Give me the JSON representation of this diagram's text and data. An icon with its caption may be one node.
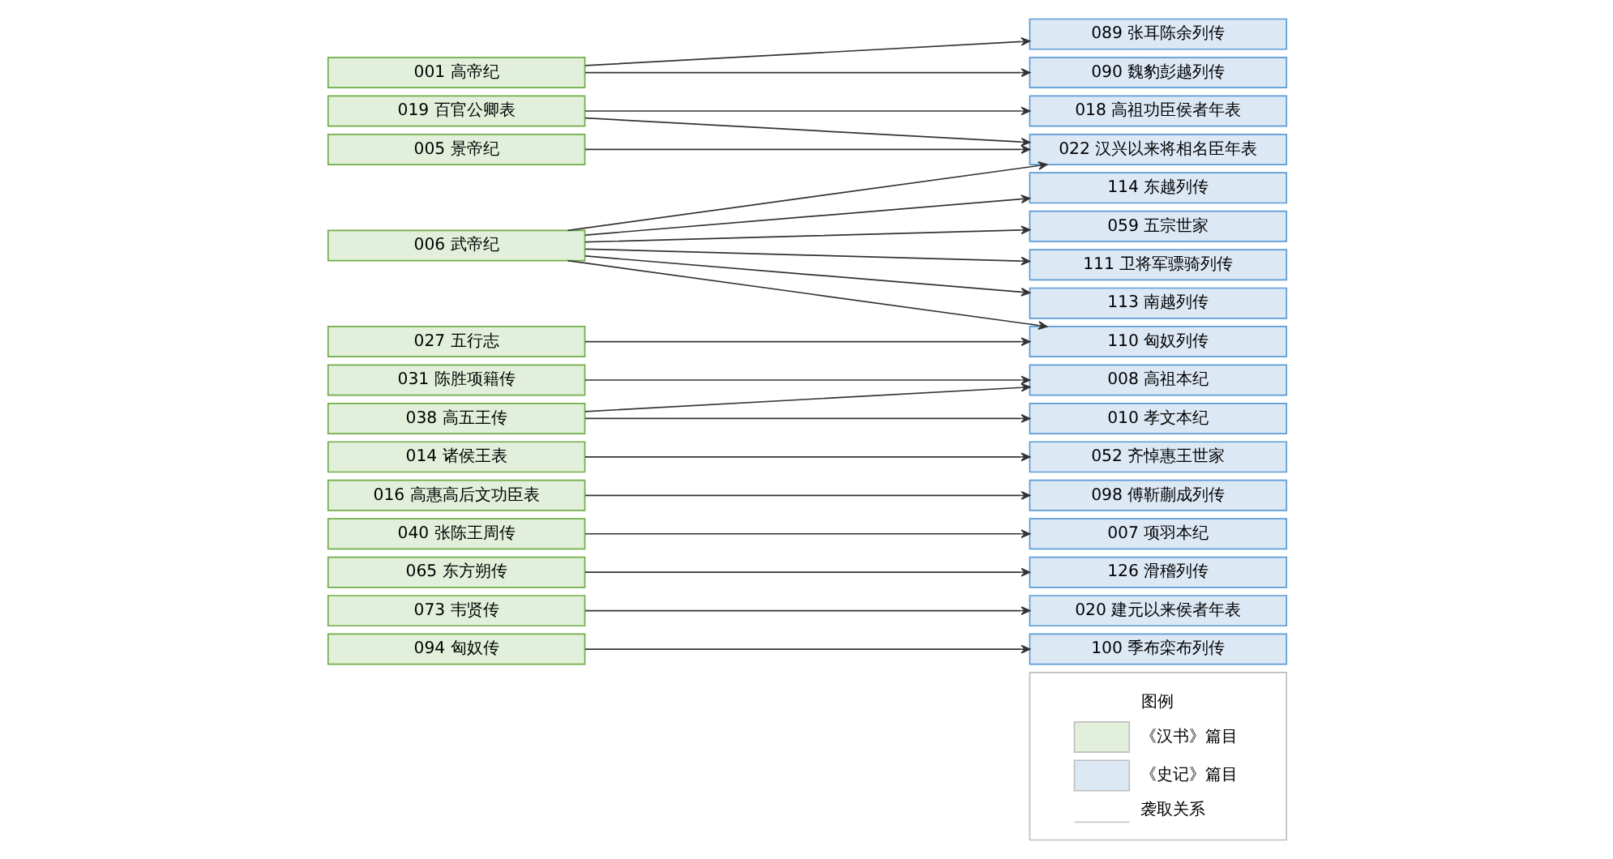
{
  "diagram": {
    "nodes": [
      {
        "text": [
          "001 高帝纪"
        ]
      },
      {
        "text": [
          "019 百官公卿表"
        ]
      },
      {
        "text": [
          "005 景帝纪"
        ]
      },
      {
        "text": [
          "006 武帝纪"
        ]
      },
      {
        "text": [
          "027 五行志"
        ]
      },
      {
        "text": [
          "031 陈胜项籍传"
        ]
      },
      {
        "text": [
          "038 高五王传"
        ]
      },
      {
        "text": [
          "014 诸侯王表"
        ]
      },
      {
        "text": [
          "016 高惠高后文功臣表"
        ]
      },
      {
        "text": [
          "040 张陈王周传"
        ]
      },
      {
        "text": [
          "065 东方朔传"
        ]
      },
      {
        "text": [
          "073 韦贤传"
        ]
      },
      {
        "text": [
          "094 匈奴传"
        ]
      },
      {
        "text": [
          "089 张耳陈余列传"
        ]
      },
      {
        "text": [
          "090 魏豹彭越列传"
        ]
      },
      {
        "text": [
          "018 高祖功臣侯者年表"
        ]
      },
      {
        "text": [
          "022 汉兴以来将相名臣年表"
        ]
      },
      {
        "text": [
          "114 东越列传"
        ]
      },
      {
        "text": [
          "059 五宗世家"
        ]
      },
      {
        "text": [
          "111 卫将军骠骑列传"
        ]
      },
      {
        "text": [
          "113 南越列传"
        ]
      },
      {
        "text": [
          "110 匈奴列传"
        ]
      },
      {
        "text": [
          "008 高祖本纪"
        ]
      },
      {
        "text": [
          "010 孝文本纪"
        ]
      },
      {
        "text": [
          "052 齐悼惠王世家"
        ]
      },
      {
        "text": [
          "098 傅靳蒯成列传"
        ]
      },
      {
        "text": [
          "007 项羽本纪"
        ]
      },
      {
        "text": [
          "126 滑稽列传"
        ]
      },
      {
        "text": [
          "020 建元以来侯者年表"
        ]
      },
      {
        "text": [
          "100 季布栾布列传"
        ]
      }
    ],
    "edges": [
      {
        "from": 0,
        "to": 13,
        "arrow": "to"
      },
      {
        "from": 0,
        "to": 14,
        "arrow": "to"
      },
      {
        "from": 1,
        "to": 15,
        "arrow": "to"
      },
      {
        "from": 1,
        "to": 16,
        "arrow": "to"
      },
      {
        "from": 2,
        "to": 16,
        "arrow": "to"
      },
      {
        "from": 3,
        "to": 16,
        "arrow": "to"
      },
      {
        "from": 3,
        "to": 17,
        "arrow": "to"
      },
      {
        "from": 3,
        "to": 18,
        "arrow": "to"
      },
      {
        "from": 3,
        "to": 19,
        "arrow": "to"
      },
      {
        "from": 3,
        "to": 20,
        "arrow": "to"
      },
      {
        "from": 3,
        "to": 21,
        "arrow": "to"
      },
      {
        "from": 4,
        "to": 21,
        "arrow": "to"
      },
      {
        "from": 5,
        "to": 22,
        "arrow": "to"
      },
      {
        "from": 6,
        "to": 22,
        "arrow": "to"
      },
      {
        "from": 6,
        "to": 23,
        "arrow": "to"
      },
      {
        "from": 7,
        "to": 24,
        "arrow": "to"
      },
      {
        "from": 8,
        "to": 25,
        "arrow": "to"
      },
      {
        "from": 9,
        "to": 26,
        "arrow": "to"
      },
      {
        "from": 10,
        "to": 27,
        "arrow": "to"
      },
      {
        "from": 11,
        "to": 28,
        "arrow": "to"
      },
      {
        "from": 12,
        "to": 29,
        "arrow": "to"
      }
    ],
    "labels": [
      "图例"
    ],
    "legend": [
      {
        "text": "《汉书》篇目",
        "color": "#e2efda"
      },
      {
        "text": "《史记》篇目",
        "color": "#dde8f5"
      },
      {
        "text": "袭取关系"
      }
    ]
  }
}
